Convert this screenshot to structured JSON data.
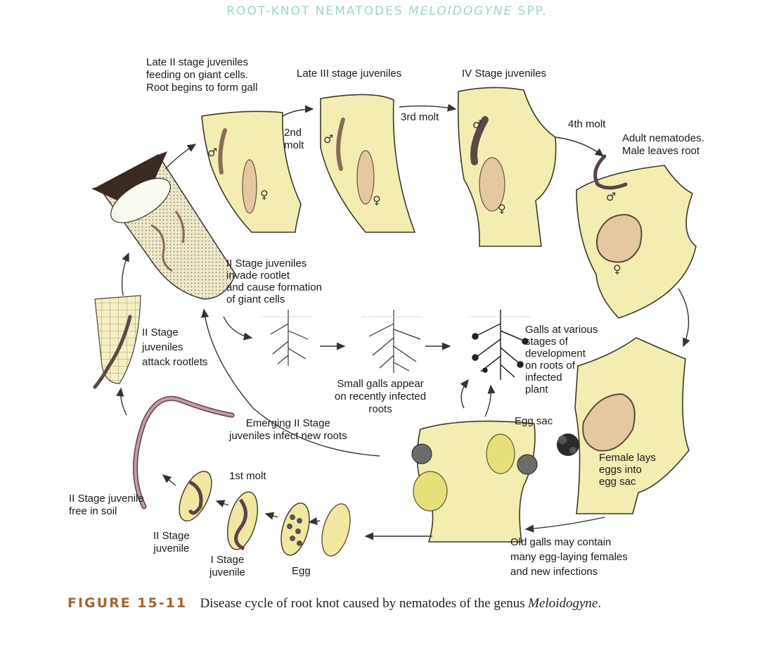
{
  "header": {
    "prefix": "ROOT-KNOT NEMATODES",
    "genus": "MELOIDOGYNE",
    "suffix": "SPP."
  },
  "labels": {
    "late_ii": "Late II stage juveniles\nfeeding on giant cells.\nRoot begins to form gall",
    "late_iii": "Late III stage juveniles",
    "iv_stage": "IV Stage juveniles",
    "second_molt": "2nd\nmolt",
    "third_molt": "3rd molt",
    "fourth_molt": "4th molt",
    "adult": "Adult nematodes.\nMale leaves root",
    "invade": "II Stage juveniles\ninvade rootlet\nand cause formation\nof giant cells",
    "attack": "II Stage\njuveniles\nattack rootlets",
    "small_galls": "Small galls appear\non recently infected\nroots",
    "galls_various": "Galls at various\nstages of\ndevelopment\non roots of\ninfected\nplant",
    "emerging": "Emerging II Stage\njuveniles infect new roots",
    "egg_sac": "Egg sac",
    "female_lays": "Female lays\neggs into\negg sac",
    "old_galls": "Old galls may contain\nmany egg-laying females\nand new infections",
    "free_in_soil": "II Stage juvenile\nfree in soil",
    "first_molt": "1st molt",
    "ii_juvenile": "II Stage\njuvenile",
    "i_juvenile": "I Stage\njuvenile",
    "egg": "Egg",
    "male_symbol": "♂",
    "female_symbol": "♀"
  },
  "caption": {
    "figure": "FIGURE 15-11",
    "text": "Disease cycle of root knot caused by nematodes of the genus",
    "genus": "Meloidogyne",
    "end": "."
  },
  "colors": {
    "tissue": "#f3edb2",
    "tissue_edge": "#3a3a2a",
    "nematode": "#c89aa0",
    "header": "#9fd4cf",
    "figure_label": "#a3642f"
  }
}
